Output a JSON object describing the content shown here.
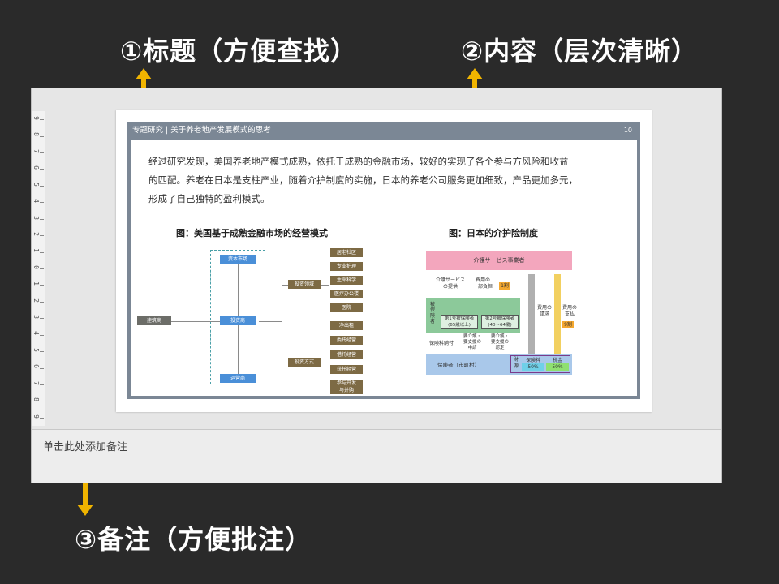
{
  "callouts": {
    "title": "①标题（方便查找）",
    "content": "②内容（层次清晰）",
    "notes": "③备注（方便批注）"
  },
  "colors": {
    "arrow": "#f0b400",
    "slide_header": "#7b8795",
    "node_blue": "#4a8fd8",
    "node_brown": "#7d6a44",
    "node_gray": "#6c6d68"
  },
  "ruler": {
    "numbers": [
      "9",
      "8",
      "7",
      "6",
      "5",
      "4",
      "3",
      "2",
      "1",
      "0",
      "1",
      "2",
      "3",
      "4",
      "5",
      "6",
      "7",
      "8",
      "9"
    ]
  },
  "slide": {
    "header": "专题研究 | 关于养老地产发展模式的思考",
    "page_number": "10",
    "body": [
      "经过研究发现，美国养老地产模式成熟，依托于成熟的金融市场，较好的实现了各个参与方风险和收益",
      "的匹配。养老在日本是支柱产业，随着介护制度的实施，日本的养老公司服务更加细致，产品更加多元，",
      "形成了自己独特的盈利模式。"
    ],
    "figure_left": {
      "caption": "图：美国基于成熟金融市场的经营模式",
      "source": "建筑商",
      "capital_market": "资本市场",
      "investor": "投资商",
      "operator": "运营商",
      "invest_field": "投资领域",
      "invest_method": "投资方式",
      "fields": [
        "居老社区",
        "专业护理",
        "生命科学",
        "医疗办公楼",
        "医院"
      ],
      "methods": [
        "净出租",
        "委托经营",
        "借托经营",
        "获托经营",
        "参与开发\n与并购"
      ]
    },
    "figure_right": {
      "caption": "图：日本的介护险制度",
      "provider": "介護サービス事業者",
      "service_provision": "介護サービス\nの提供",
      "cost_share": "費用の\n一部負担",
      "share_rate": "1割",
      "insured": "被\n保\n険\n者",
      "insured_1": "第1号被保険者\n(65歳以上)",
      "insured_2": "第2号被保険者\n(40〜64歳)",
      "cost_request": "費用の\n請求",
      "cost_payment": "費用の\n支払",
      "pay_rate": "9割",
      "premium_pay": "保険料納付",
      "application": "要介護・\n要支援の\n申請",
      "certification": "要介護・\n要支援の\n認定",
      "insurer": "保険者（市町村）",
      "financial": "財\n源",
      "premium": "保険料",
      "tax": "税金",
      "premium_pct": "50%",
      "tax_pct": "50%"
    }
  },
  "notes": {
    "placeholder": "单击此处添加备注"
  }
}
